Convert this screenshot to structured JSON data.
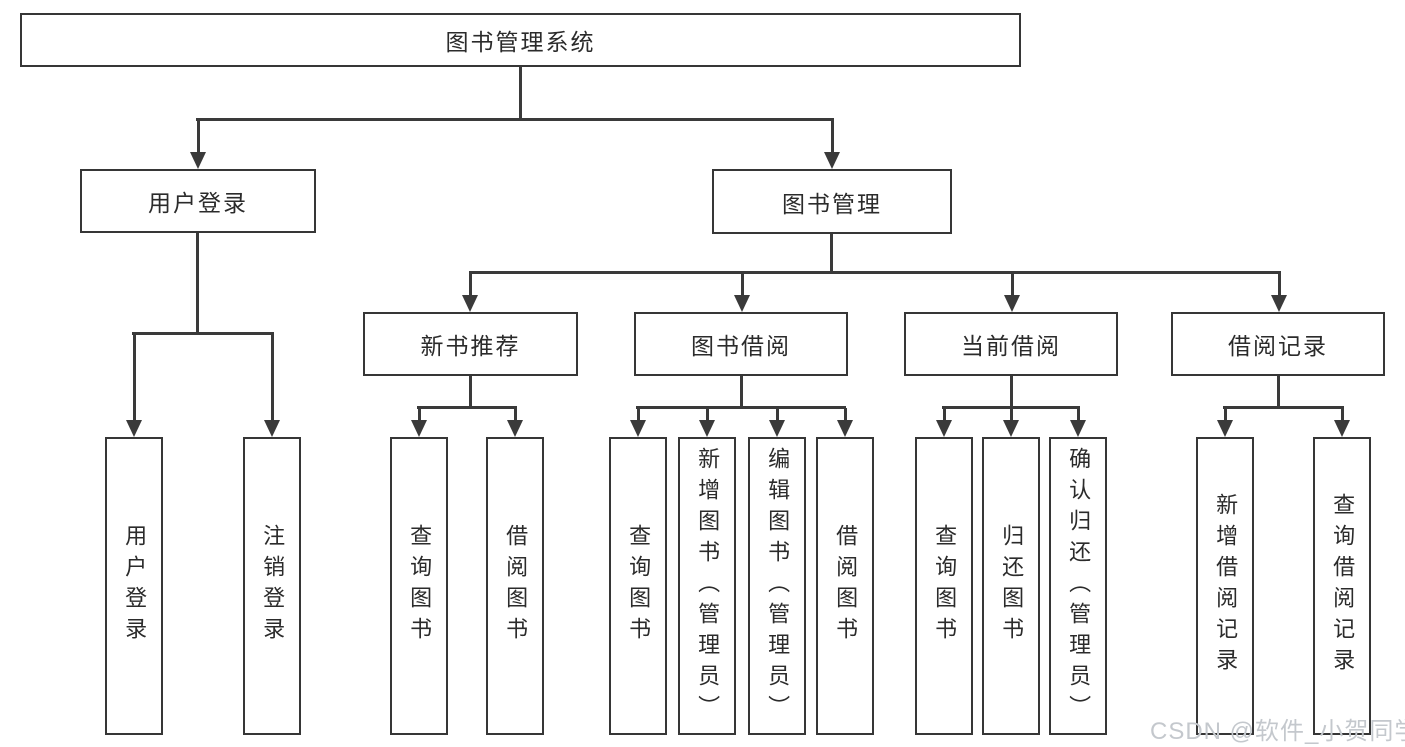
{
  "diagram": {
    "title": "图书管理系统",
    "type": "hierarchy-tree",
    "colors": {
      "line": "#3a3a3a",
      "box_border": "#363636",
      "box_fill": "#ffffff",
      "text": "#2b2b2b",
      "background": "#ffffff",
      "watermark": "#c4c8cd"
    },
    "nodes": {
      "root": {
        "label": "图书管理系统"
      },
      "user_login": {
        "label": "用户登录"
      },
      "book_mgmt": {
        "label": "图书管理"
      },
      "new_book": {
        "label": "新书推荐"
      },
      "book_borrow": {
        "label": "图书借阅"
      },
      "current_borrow": {
        "label": "当前借阅"
      },
      "borrow_record": {
        "label": "借阅记录"
      },
      "ul_login": {
        "label": "用户登录"
      },
      "ul_logout": {
        "label": "注销登录"
      },
      "nb_query": {
        "label": "查询图书"
      },
      "nb_borrow": {
        "label": "借阅图书"
      },
      "bb_query": {
        "label": "查询图书"
      },
      "bb_add": {
        "label": "新增图书（管理员）"
      },
      "bb_edit": {
        "label": "编辑图书（管理员）"
      },
      "bb_borrow": {
        "label": "借阅图书"
      },
      "cb_query": {
        "label": "查询图书"
      },
      "cb_return": {
        "label": "归还图书"
      },
      "cb_confirm": {
        "label": "确认归还（管理员）"
      },
      "br_add": {
        "label": "新增借阅记录"
      },
      "br_query": {
        "label": "查询借阅记录"
      }
    },
    "hierarchy": {
      "图书管理系统": {
        "用户登录": [
          "用户登录",
          "注销登录"
        ],
        "图书管理": {
          "新书推荐": [
            "查询图书",
            "借阅图书"
          ],
          "图书借阅": [
            "查询图书",
            "新增图书（管理员）",
            "编辑图书（管理员）",
            "借阅图书"
          ],
          "当前借阅": [
            "查询图书",
            "归还图书",
            "确认归还（管理员）"
          ],
          "借阅记录": [
            "新增借阅记录",
            "查询借阅记录"
          ]
        }
      }
    },
    "watermark": "CSDN @软件_小贺同学"
  }
}
